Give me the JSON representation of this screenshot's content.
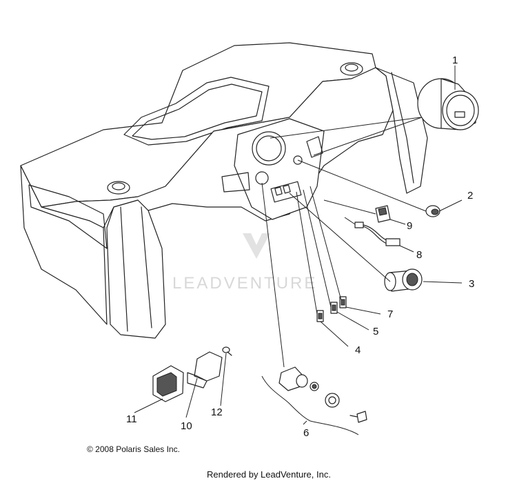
{
  "part_labels": {
    "p1": "1",
    "p2": "2",
    "p3": "3",
    "p4": "4",
    "p5": "5",
    "p6": "6",
    "p7": "7",
    "p8": "8",
    "p9": "9",
    "p10": "10",
    "p11": "11",
    "p12": "12"
  },
  "watermark": "LEADVENTURE",
  "copyright": "© 2008 Polaris Sales Inc.",
  "rendered_by": "Rendered by LeadVenture, Inc.",
  "colors": {
    "line": "#222222",
    "background": "#ffffff",
    "watermark": "#d8d8d8"
  }
}
